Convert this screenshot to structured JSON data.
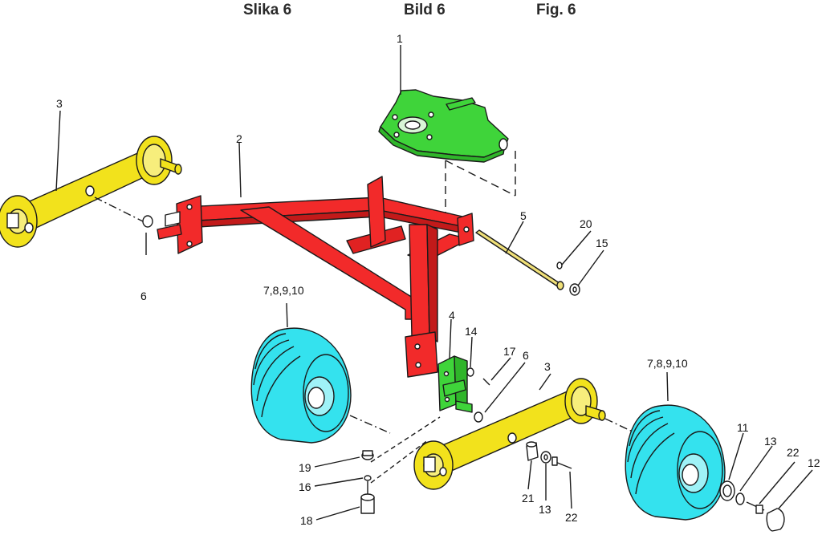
{
  "headers": {
    "slika": "Slika 6",
    "bild": "Bild 6",
    "fig": "Fig. 6"
  },
  "labels": [
    {
      "id": "1",
      "text": "1"
    },
    {
      "id": "2",
      "text": "2"
    },
    {
      "id": "3a",
      "text": "3"
    },
    {
      "id": "3b",
      "text": "3"
    },
    {
      "id": "4",
      "text": "4"
    },
    {
      "id": "5",
      "text": "5"
    },
    {
      "id": "6a",
      "text": "6"
    },
    {
      "id": "6b",
      "text": "6"
    },
    {
      "id": "wheel-left",
      "text": "7,8,9,10"
    },
    {
      "id": "wheel-right",
      "text": "7,8,9,10"
    },
    {
      "id": "11",
      "text": "11"
    },
    {
      "id": "12",
      "text": "12"
    },
    {
      "id": "13a",
      "text": "13"
    },
    {
      "id": "13b",
      "text": "13"
    },
    {
      "id": "14",
      "text": "14"
    },
    {
      "id": "15",
      "text": "15"
    },
    {
      "id": "16",
      "text": "16"
    },
    {
      "id": "17",
      "text": "17"
    },
    {
      "id": "18",
      "text": "18"
    },
    {
      "id": "19",
      "text": "19"
    },
    {
      "id": "20",
      "text": "20"
    },
    {
      "id": "21",
      "text": "21"
    },
    {
      "id": "22a",
      "text": "22"
    },
    {
      "id": "22b",
      "text": "22"
    }
  ],
  "colors": {
    "bracket": "#3fd43a",
    "frame": "#f22a2a",
    "arm": "#f2e21c",
    "wheel": "#34e2ee",
    "rod": "#f0e078",
    "line": "#1a1a1a"
  }
}
